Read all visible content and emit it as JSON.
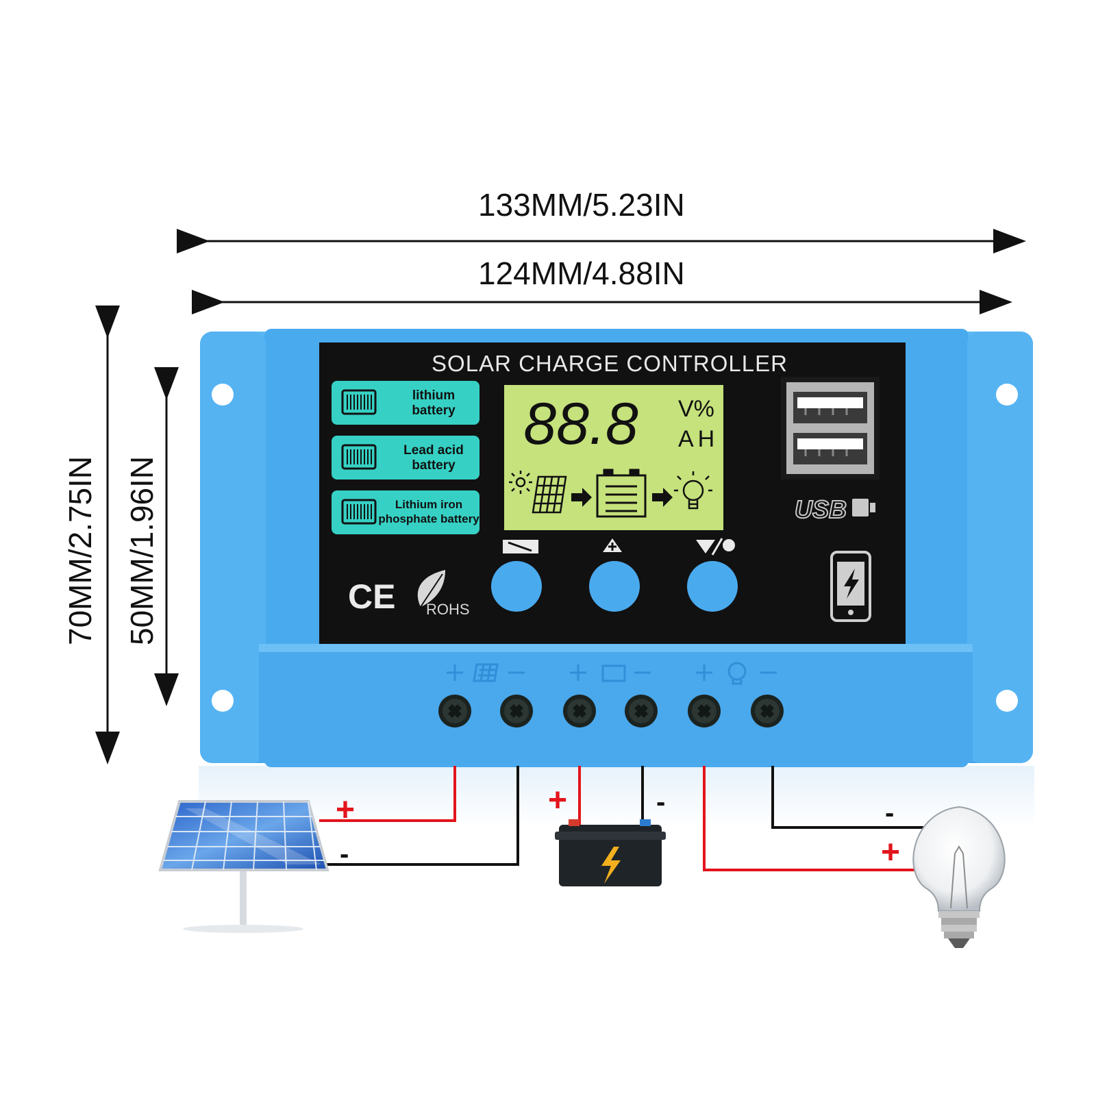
{
  "dimensions": {
    "overall_width": "133MM/5.23IN",
    "inner_width": "124MM/4.88IN",
    "overall_height": "70MM/2.75IN",
    "inner_height": "50MM/1.96IN"
  },
  "panel": {
    "title": "SOLAR CHARGE CONTROLLER",
    "battery_types": [
      {
        "label_line1": "lithium",
        "label_line2": "battery"
      },
      {
        "label_line1": "Lead acid",
        "label_line2": "battery"
      },
      {
        "label_line1": "Lithium iron",
        "label_line2": "phosphate battery"
      }
    ],
    "lcd": {
      "digits": "88.8",
      "unit_top": "V%",
      "unit_bottom": "AH"
    },
    "usb_label": "USB",
    "cert_ce": "CE",
    "cert_rohs": "ROHS"
  },
  "wiring": {
    "plus": "+",
    "minus": "-"
  },
  "colors": {
    "housing": "#4aaef0",
    "panel": "#111111",
    "lcd": "#c6e27c",
    "battery_label": "#36d1c4",
    "wire_positive": "#e3141c",
    "wire_negative": "#111111"
  }
}
